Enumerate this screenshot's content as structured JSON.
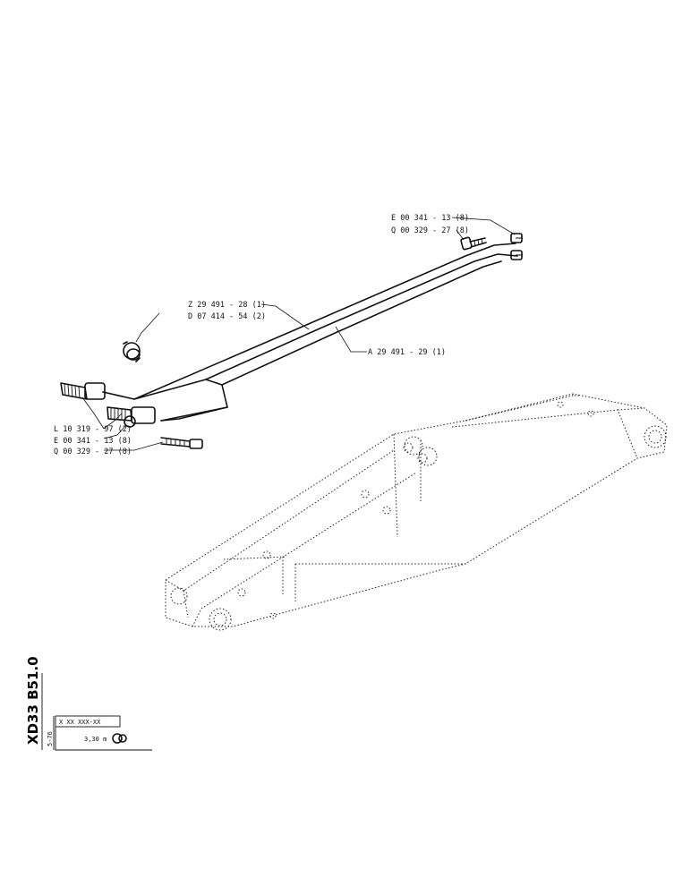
{
  "labels": {
    "top_e": "E 00 341 - 13 (8)",
    "top_q": "Q 00 329 - 27 (8)",
    "hose_z": "Z 29 491 - 28 (1)",
    "hose_d": "D 07 414 - 54 (2)",
    "hose_a": "A 29 491 - 29 (1)",
    "left_l": "L 10 319 - 97 (2)",
    "left_e": "E 00 341 - 13 (8)",
    "left_q": "Q 00 329 - 27 (8)"
  },
  "title_block": {
    "code": "XD33 B51.0",
    "date": "5-76",
    "serial": "X XX XXX-XX",
    "length": "3,30 m"
  }
}
